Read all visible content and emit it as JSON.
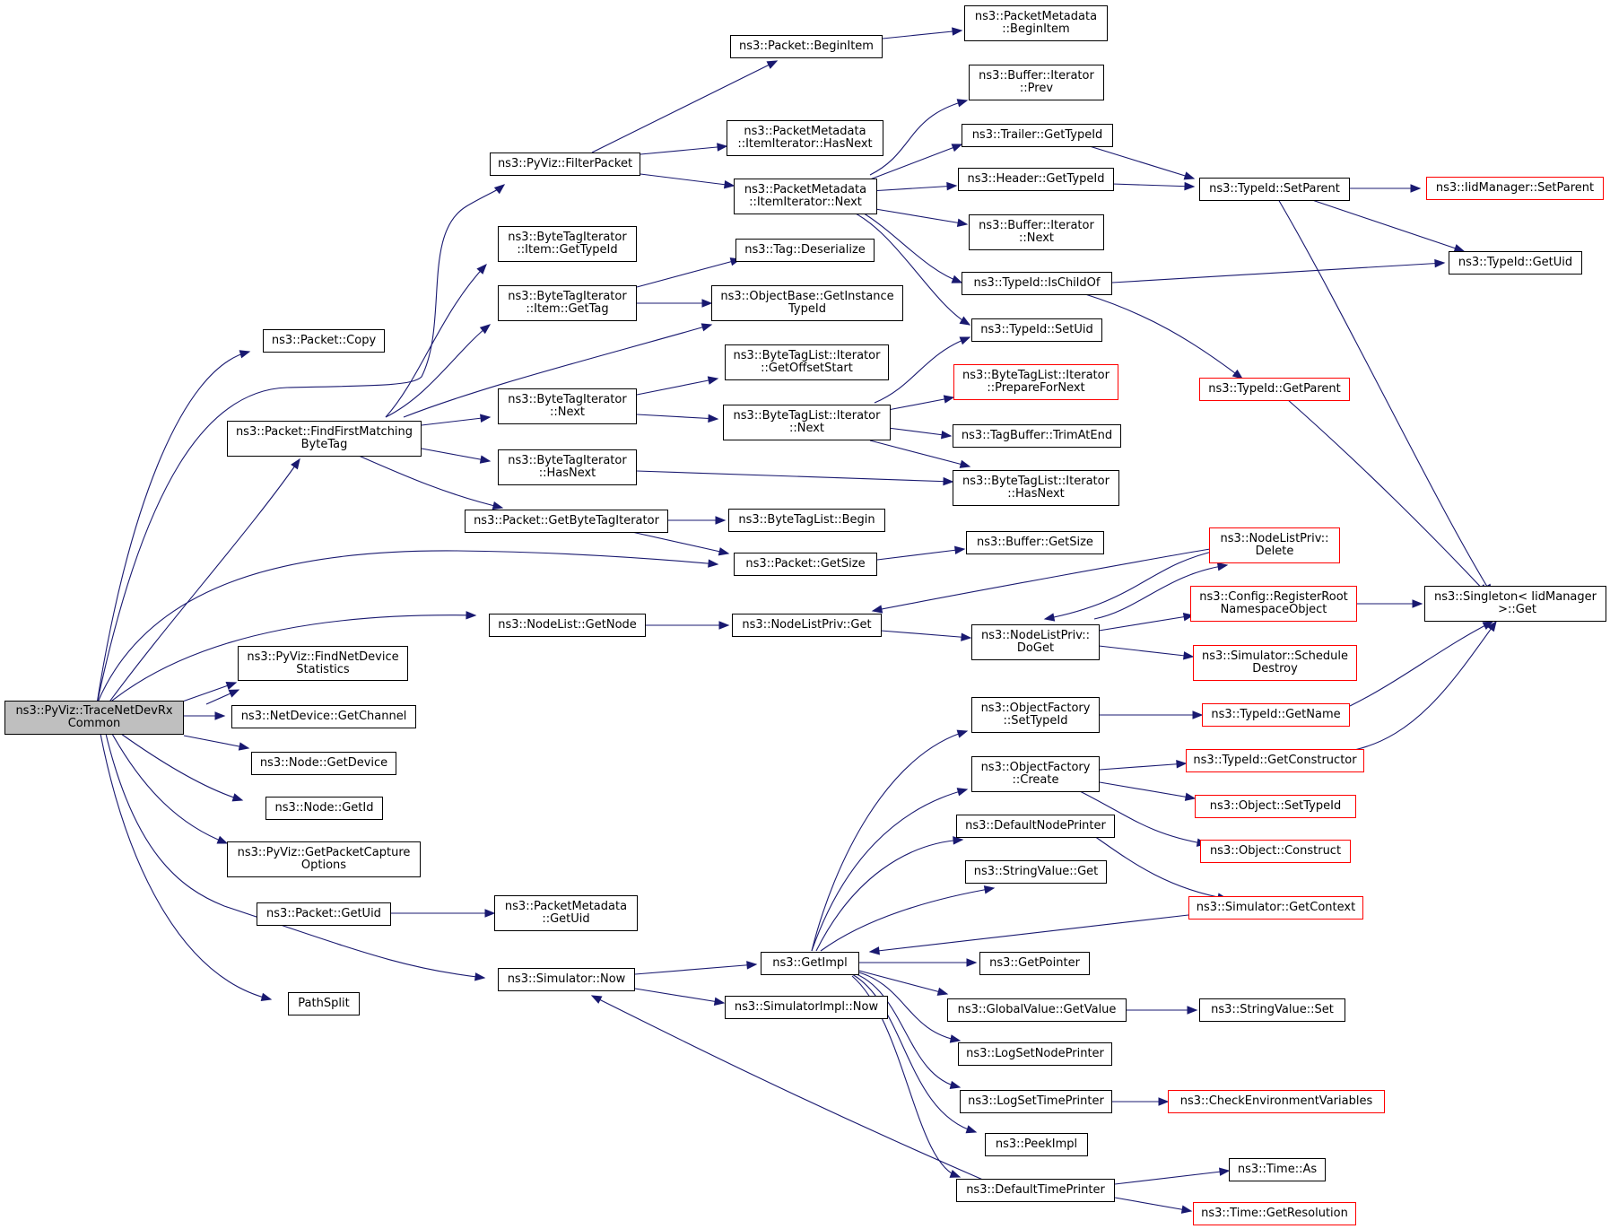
{
  "colors": {
    "edge": "#191970",
    "node_border": "#000000",
    "truncated_border": "#ff0000",
    "root_fill": "#bfbfbf"
  },
  "nodes": {
    "root": "ns3::PyViz::TraceNetDevRx\nCommon",
    "packet_copy": "ns3::Packet::Copy",
    "find_first_matching": "ns3::Packet::FindFirstMatching\nByteTag",
    "pyviz_find_net_device": "ns3::PyViz::FindNetDevice\nStatistics",
    "netdevice_getchannel": "ns3::NetDevice::GetChannel",
    "node_getdevice": "ns3::Node::GetDevice",
    "node_getid": "ns3::Node::GetId",
    "pyviz_getpacketcapture": "ns3::PyViz::GetPacketCapture\nOptions",
    "packet_getuid": "ns3::Packet::GetUid",
    "pathsplit": "PathSplit",
    "pyviz_filterpacket": "ns3::PyViz::FilterPacket",
    "bytetagiter_item_gettypeid": "ns3::ByteTagIterator\n::Item::GetTypeId",
    "bytetagiter_item_gettag": "ns3::ByteTagIterator\n::Item::GetTag",
    "bytetagiter_next": "ns3::ByteTagIterator\n::Next",
    "bytetagiter_hasnext": "ns3::ByteTagIterator\n::HasNext",
    "packet_getbytetagiterator": "ns3::Packet::GetByteTagIterator",
    "nodelist_getnode": "ns3::NodeList::GetNode",
    "packetmetadata_getuid": "ns3::PacketMetadata\n::GetUid",
    "simulator_now": "ns3::Simulator::Now",
    "packet_beginitem": "ns3::Packet::BeginItem",
    "packetmetadata_itemiter_hasnext": "ns3::PacketMetadata\n::ItemIterator::HasNext",
    "packetmetadata_itemiter_next": "ns3::PacketMetadata\n::ItemIterator::Next",
    "tag_deserialize": "ns3::Tag::Deserialize",
    "objectbase_getinstancetypeid": "ns3::ObjectBase::GetInstance\nTypeId",
    "bytetaglist_iter_getoffsetstart": "ns3::ByteTagList::Iterator\n::GetOffsetStart",
    "bytetaglist_iter_next": "ns3::ByteTagList::Iterator\n::Next",
    "bytetaglist_begin": "ns3::ByteTagList::Begin",
    "packet_getsize": "ns3::Packet::GetSize",
    "nodelistpriv_get": "ns3::NodeListPriv::Get",
    "getimpl": "ns3::GetImpl",
    "simulatorimpl_now": "ns3::SimulatorImpl::Now",
    "packetmetadata_beginitem": "ns3::PacketMetadata\n::BeginItem",
    "buffer_iter_prev": "ns3::Buffer::Iterator\n::Prev",
    "trailer_gettypeid": "ns3::Trailer::GetTypeId",
    "header_gettypeid": "ns3::Header::GetTypeId",
    "buffer_iter_next": "ns3::Buffer::Iterator\n::Next",
    "typeid_ischildof": "ns3::TypeId::IsChildOf",
    "typeid_setuid": "ns3::TypeId::SetUid",
    "bytetaglist_iter_prepare": "ns3::ByteTagList::Iterator\n::PrepareForNext",
    "tagbuffer_trimatend": "ns3::TagBuffer::TrimAtEnd",
    "bytetaglist_iter_hasnext": "ns3::ByteTagList::Iterator\n::HasNext",
    "buffer_getsize": "ns3::Buffer::GetSize",
    "nodelistpriv_delete": "ns3::NodeListPriv::\nDelete",
    "nodelistpriv_doget": "ns3::NodeListPriv::\nDoGet",
    "config_registerroot": "ns3::Config::RegisterRoot\nNamespaceObject",
    "simulator_scheduledestroy": "ns3::Simulator::Schedule\nDestroy",
    "objectfactory_settypeid": "ns3::ObjectFactory\n::SetTypeId",
    "objectfactory_create": "ns3::ObjectFactory\n::Create",
    "defaultnodeprinter": "ns3::DefaultNodePrinter",
    "stringvalue_get": "ns3::StringValue::Get",
    "getpointer": "ns3::GetPointer",
    "globalvalue_getvalue": "ns3::GlobalValue::GetValue",
    "logsetnodeprinter": "ns3::LogSetNodePrinter",
    "logsettimeprinter": "ns3::LogSetTimePrinter",
    "peekimpl": "ns3::PeekImpl",
    "defaulttimeprinter": "ns3::DefaultTimePrinter",
    "typeid_setparent": "ns3::TypeId::SetParent",
    "iidmanager_setparent": "ns3::IidManager::SetParent",
    "typeid_getuid": "ns3::TypeId::GetUid",
    "typeid_getparent": "ns3::TypeId::GetParent",
    "singleton_get": "ns3::Singleton< IidManager\n >::Get",
    "typeid_getname": "ns3::TypeId::GetName",
    "typeid_getconstructor": "ns3::TypeId::GetConstructor",
    "object_settypeid": "ns3::Object::SetTypeId",
    "object_construct": "ns3::Object::Construct",
    "simulator_getcontext": "ns3::Simulator::GetContext",
    "stringvalue_set": "ns3::StringValue::Set",
    "checkenvvars": "ns3::CheckEnvironmentVariables",
    "time_as": "ns3::Time::As",
    "time_getresolution": "ns3::Time::GetResolution"
  }
}
